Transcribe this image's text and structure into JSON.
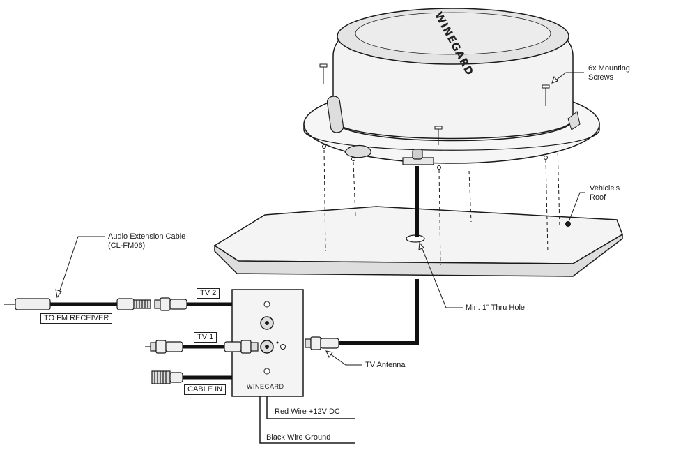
{
  "labels": {
    "mounting_screws_line1": "6x Mounting",
    "mounting_screws_line2": "Screws",
    "vehicle_roof_line1": "Vehicle's",
    "vehicle_roof_line2": "Roof",
    "audio_cable_line1": "Audio Extension Cable",
    "audio_cable_line2": "(CL-FM06)",
    "thru_hole": "Min. 1\" Thru Hole",
    "tv_antenna": "TV Antenna",
    "red_wire": "Red Wire +12V DC",
    "black_wire": "Black Wire Ground"
  },
  "boxed_labels": {
    "tv2": "TV 2",
    "tv1": "TV 1",
    "fm_receiver": "TO FM RECEIVER",
    "cable_in": "CABLE IN"
  },
  "brand": {
    "antenna_logo": "WINEGARD",
    "wall_plate": "WINEGARD"
  },
  "colors": {
    "line": "#1a1a1a",
    "fill_light": "#f2f2f2",
    "fill_shade": "#d9d9d9"
  }
}
